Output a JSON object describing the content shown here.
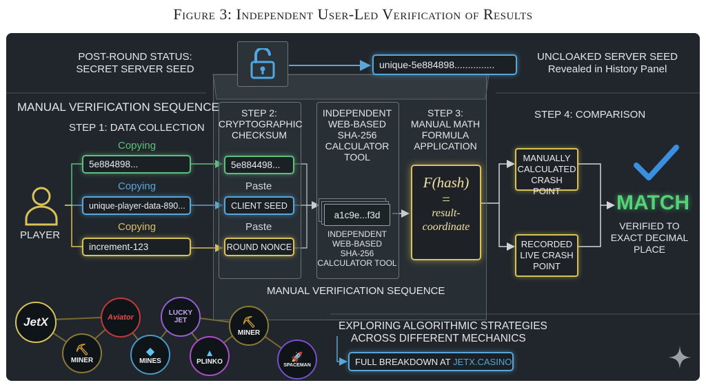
{
  "figure_title": "Figure 3: Independent User-Led Verification of Results",
  "status": {
    "line1": "POST-ROUND STATUS:",
    "line2": "SECRET SERVER SEED"
  },
  "server_seed_value": "unique-5e884898...............",
  "uncloaked": {
    "line1": "UNCLOAKED SERVER SEED",
    "line2": "Revealed in History Panel"
  },
  "sequence_title": "MANUAL VERIFICATION SEQUENCE",
  "step1": {
    "title": "STEP 1: DATA COLLECTION",
    "copy_labels": [
      "Copying",
      "Copying",
      "Copying"
    ],
    "fields": [
      "5e884898...",
      "unique-player-data-890...",
      "increment-123"
    ]
  },
  "player_label": "PLAYER",
  "step2": {
    "title_lines": [
      "STEP 2:",
      "CRYPTOGRAPHIC",
      "CHECKSUM"
    ],
    "fields": [
      "5e884498...",
      "CLIENT SEED",
      "ROUND NONCE"
    ],
    "paste_labels": [
      "Paste",
      "Paste"
    ]
  },
  "calc": {
    "title_lines": [
      "INDEPENDENT",
      "WEB-BASED",
      "SHA-256",
      "CALCULATOR",
      "TOOL"
    ],
    "hash_value": "a1c9e...f3d",
    "caption_lines": [
      "INDEPENDENT",
      "WEB-BASED",
      "SHA-256",
      "CALCULATOR TOOL"
    ]
  },
  "step3": {
    "title_lines": [
      "STEP 3:",
      "MANUAL MATH",
      "FORMULA",
      "APPLICATION"
    ],
    "formula_top": "F(hash)",
    "formula_eq": "=",
    "formula_bottom_lines": [
      "result-",
      "coordinate"
    ]
  },
  "bottom_sequence_label": "MANUAL VERIFICATION SEQUENCE",
  "step4": {
    "title": "STEP 4: COMPARISON",
    "calculated_lines": [
      "MANUALLY",
      "CALCULATED",
      "CRASH POINT"
    ],
    "recorded_lines": [
      "RECORDED",
      "LIVE CRASH",
      "POINT"
    ],
    "match": "MATCH",
    "verified_lines": [
      "VERIFIED TO",
      "EXACT DECIMAL",
      "PLACE"
    ]
  },
  "games": [
    "JetX",
    "Aviator",
    "LUCKY JET",
    "MINER",
    "MINER",
    "MINES",
    "PLINKO",
    "SPACEMAN"
  ],
  "explore": {
    "line1": "EXPLORING ALGORITHMIC STRATEGIES",
    "line2": "ACROSS DIFFERENT MECHANICS",
    "link_prefix": "FULL BREAKDOWN AT ",
    "link_site": "JETX.CASINO"
  },
  "colors": {
    "green": "#5fc07d",
    "blue": "#5aa6d8",
    "yellow": "#d9c25a",
    "match": "#56d07a",
    "check": "#3b8fe0"
  }
}
